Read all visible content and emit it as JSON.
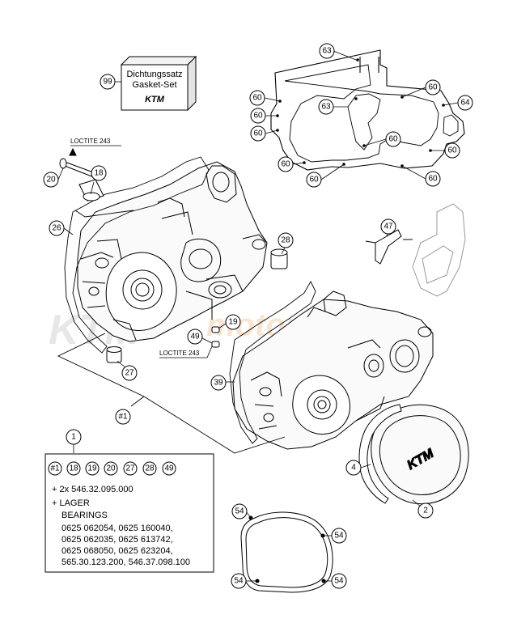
{
  "gasket_set": {
    "line1": "Dichtungssatz",
    "line2": "Gasket-Set",
    "logo": "KTM",
    "callout": "99"
  },
  "loctite": {
    "top": "LOCTITE 243",
    "middle": "LOCTITE 243"
  },
  "watermark": {
    "brand": "KTM",
    "site": "motoparts.pl"
  },
  "callouts": {
    "c63a": "63",
    "c63b": "63",
    "c60a": "60",
    "c60b": "60",
    "c60c": "60",
    "c60d": "60",
    "c60e": "60",
    "c60f": "60",
    "c60g": "60",
    "c60h": "60",
    "c60i": "60",
    "c64": "64",
    "c20": "20",
    "c18": "18",
    "c26": "26",
    "c28": "28",
    "c47": "47",
    "c19": "19",
    "c49": "49",
    "c27": "27",
    "c39": "39",
    "c1set": "#1",
    "c1": "1",
    "c4": "4",
    "c2": "2",
    "c54a": "54",
    "c54b": "54",
    "c54c": "54",
    "c54d": "54"
  },
  "legend": {
    "items": [
      "#1",
      "18",
      "19",
      "20",
      "27",
      "28",
      "49"
    ],
    "line1": "+ 2x 546.32.095.000",
    "line2": "+ LAGER",
    "line3": "BEARINGS",
    "line4": "0625 062054, 0625 160040,",
    "line5": "0625 062035, 0625 613742,",
    "line6": "0625 068050, 0625 623204,",
    "line7": "565.30.123.200, 546.37.098.100"
  }
}
